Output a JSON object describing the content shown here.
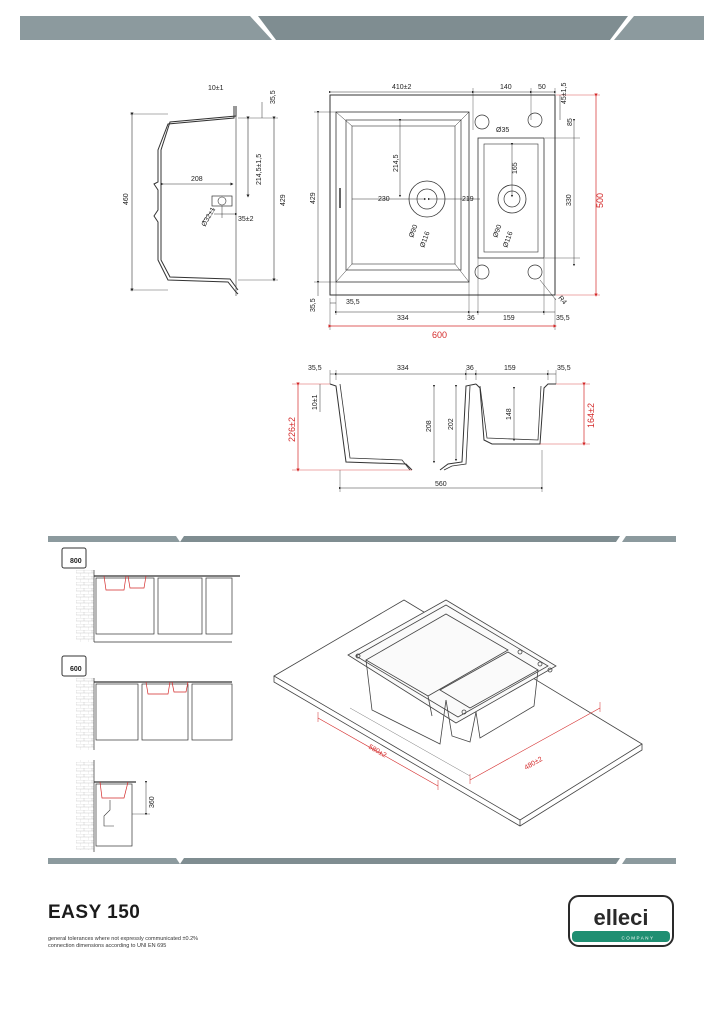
{
  "product": {
    "name": "EASY 150",
    "notes": [
      "general tolerances where not expressly communicated ±0.2%",
      "connection dimensions according to UNI EN 695"
    ]
  },
  "logo": {
    "brand": "elleci",
    "tagline": "COMPANY"
  },
  "side_view": {
    "dims": [
      "10±1",
      "35,5",
      "460",
      "429",
      "208",
      "214,5±1,5",
      "35±2",
      "Ø32±1"
    ]
  },
  "top_view": {
    "dims": [
      "410±2",
      "140",
      "50",
      "45±1,5",
      "Ø35",
      "85",
      "214,5",
      "165",
      "230",
      "219",
      "Ø90",
      "Ø116",
      "Ø90",
      "Ø116",
      "330",
      "429",
      "35,5",
      "35,5",
      "334",
      "36",
      "159",
      "35,5",
      "R4"
    ],
    "overall_depth": "500",
    "overall_width": "600"
  },
  "section_view": {
    "dims": [
      "35,5",
      "334",
      "36",
      "159",
      "35,5",
      "10±1",
      "208",
      "202",
      "148",
      "560"
    ],
    "depth_big": "226±2",
    "depth_small": "164±2"
  },
  "cabinet_icons": {
    "large": "800",
    "small": "600",
    "height": "360"
  },
  "iso_view": {
    "cut_width": "580±2",
    "cut_depth": "480±2"
  },
  "colors": {
    "band": "#8a989c",
    "band_dark": "#6b7a7e",
    "red": "#d42a2a",
    "logo_green": "#1f8f72"
  }
}
